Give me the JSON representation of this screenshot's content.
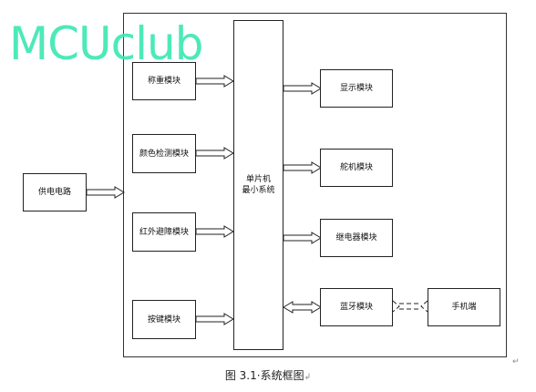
{
  "watermark": "MCUclub",
  "blocks": {
    "power": "供电电路",
    "weighing": "称重模块",
    "color": "颜色检测模块",
    "infrared": "红外避障模块",
    "keys": "按键模块",
    "mcu_line1": "单片机",
    "mcu_line2": "最小系统",
    "display": "显示模块",
    "servo": "舵机模块",
    "relay": "继电器模块",
    "bluetooth": "蓝牙模块",
    "phone": "手机端"
  },
  "caption": "图 3.1·系统框图",
  "marks": {
    "caption_end": "↲",
    "page_end": "↵"
  },
  "colors": {
    "line": "#222222",
    "watermark": "#3ee8b4"
  }
}
